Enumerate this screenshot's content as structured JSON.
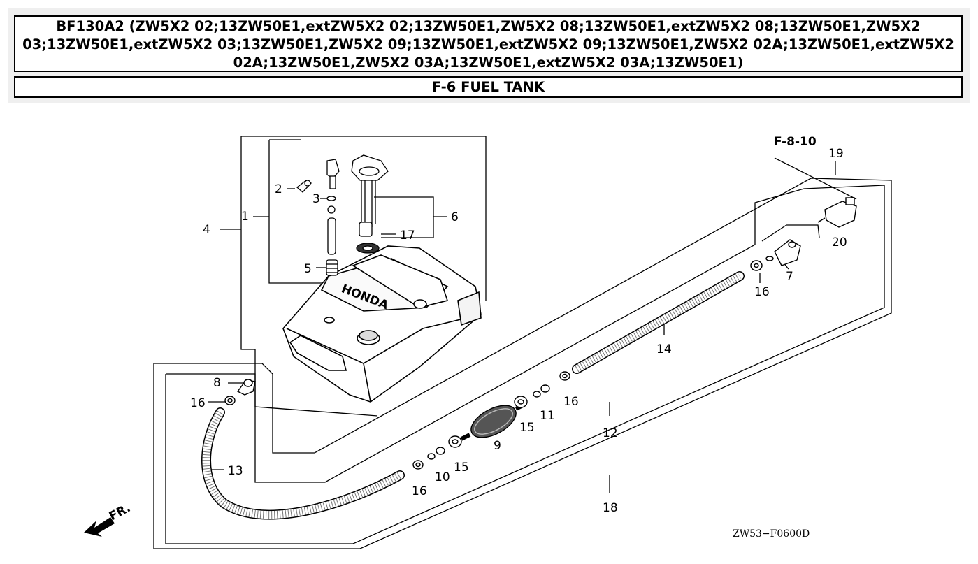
{
  "header": {
    "title": "BF130A2 (ZW5X2 02;13ZW50E1,extZW5X2 02;13ZW50E1,ZW5X2 08;13ZW50E1,extZW5X2 08;13ZW50E1,ZW5X2 03;13ZW50E1,extZW5X2 03;13ZW50E1,ZW5X2 09;13ZW50E1,extZW5X2 09;13ZW50E1,ZW5X2 02A;13ZW50E1,extZW5X2 02A;13ZW50E1,ZW5X2 03A;13ZW50E1,extZW5X2 03A;13ZW50E1)",
    "section": "F-6 FUEL TANK"
  },
  "diagram": {
    "ref_section": "F-8-10",
    "front_label": "FR.",
    "drawing_code": "ZW53−F0600D",
    "callouts": {
      "c1": "1",
      "c2": "2",
      "c3": "3",
      "c4": "4",
      "c5": "5",
      "c6": "6",
      "c7": "7",
      "c8": "8",
      "c9": "9",
      "c10": "10",
      "c11": "11",
      "c12": "12",
      "c13": "13",
      "c14": "14",
      "c15a": "15",
      "c15b": "15",
      "c16a": "16",
      "c16b": "16",
      "c16c": "16",
      "c16d": "16",
      "c17": "17",
      "c18": "18",
      "c19": "19",
      "c20": "20"
    },
    "tank_brand": "HONDA"
  }
}
